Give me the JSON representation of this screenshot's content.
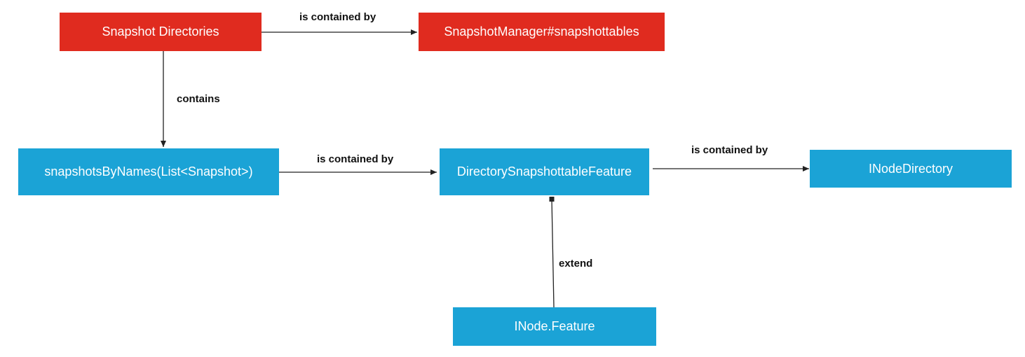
{
  "nodes": {
    "snapshot_directories": "Snapshot Directories",
    "snapshot_manager": "SnapshotManager#snapshottables",
    "snapshots_by_names": "snapshotsByNames(List<Snapshot>)",
    "directory_snapshottable_feature": "DirectorySnapshottableFeature",
    "inode_directory": "INodeDirectory",
    "inode_feature": "INode.Feature"
  },
  "edges": {
    "dirs_to_manager": "is contained by",
    "dirs_to_names": "contains",
    "names_to_feature": "is contained by",
    "feature_to_inodedir": "is contained by",
    "inodefeature_to_feature": "extend"
  },
  "colors": {
    "red_node": "#e02b1f",
    "blue_node": "#1ba3d6",
    "edge": "#222222"
  }
}
